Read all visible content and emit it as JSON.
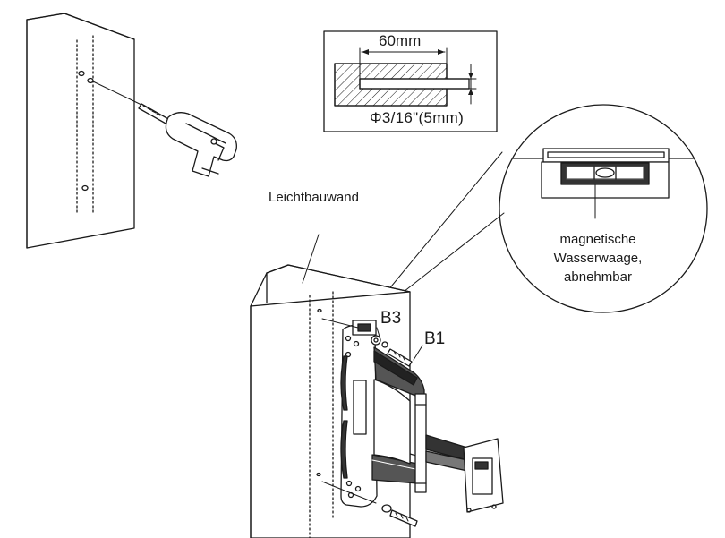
{
  "labels": {
    "wall_type": "Leichtbauwand",
    "hole_depth": "60mm",
    "drill_size": "Φ3/16\"(5mm)",
    "bolt_b3": "B3",
    "bolt_b1": "B1",
    "level_line1": "magnetische",
    "level_line2": "Wasserwaage,",
    "level_line3": "abnehmbar"
  },
  "colors": {
    "line": "#1a1a1a",
    "fill": "#ffffff",
    "shade": "#555555"
  }
}
